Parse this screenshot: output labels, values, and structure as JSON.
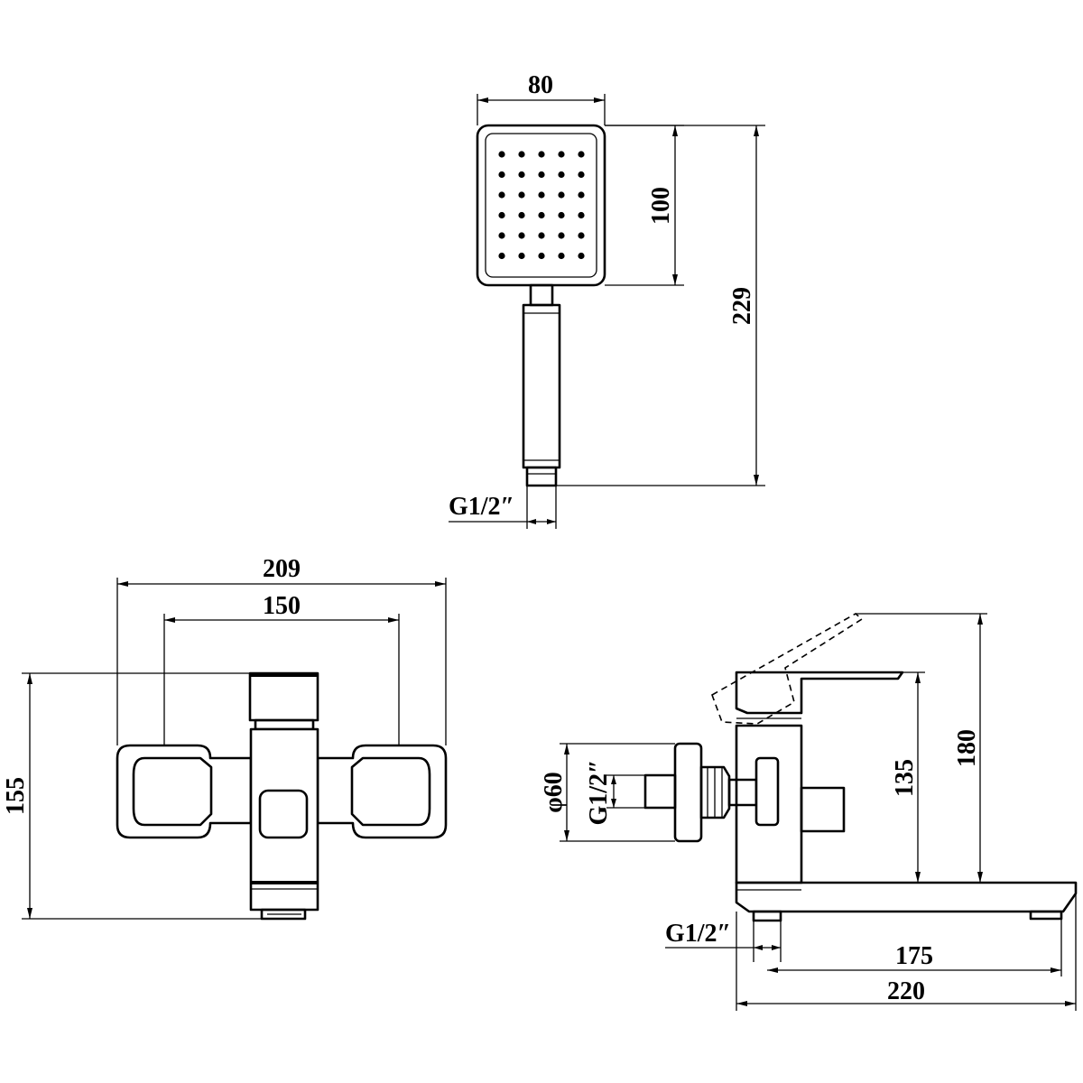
{
  "shower_head": {
    "width": "80",
    "head_height": "100",
    "total_height": "229",
    "thread": "G1/2″"
  },
  "front_view": {
    "overall_width": "209",
    "connection_spacing": "150",
    "height": "155"
  },
  "side_view": {
    "flange_diameter": "φ60",
    "wall_thread": "G1/2″",
    "handle_height": "135",
    "total_height": "180",
    "outlet_thread": "G1/2″",
    "spout_reach": "175",
    "overall_depth": "220"
  }
}
